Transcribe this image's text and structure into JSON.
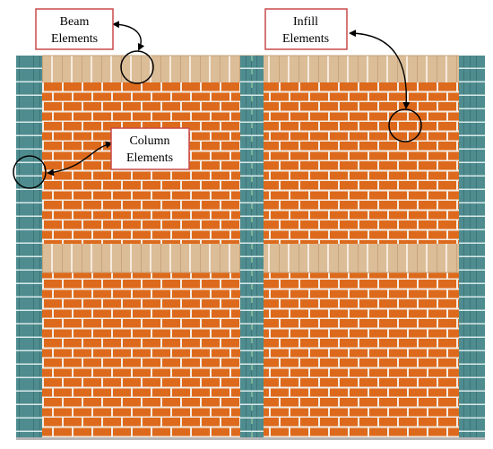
{
  "labels": {
    "beam": {
      "line1": "Beam",
      "line2": "Elements"
    },
    "infill": {
      "line1": "Infill",
      "line2": "Elements"
    },
    "column": {
      "line1": "Column",
      "line2": "Elements"
    }
  },
  "colors": {
    "brick": "#dd6a1c",
    "mortar": "#f4ece4",
    "column": "#4e8c8f",
    "column_line": "#d8eaea",
    "beam": "#dbbd98",
    "beam_line": "#f6ebdd",
    "label_border": "#c94a4a",
    "base": "#b7b7b7"
  }
}
